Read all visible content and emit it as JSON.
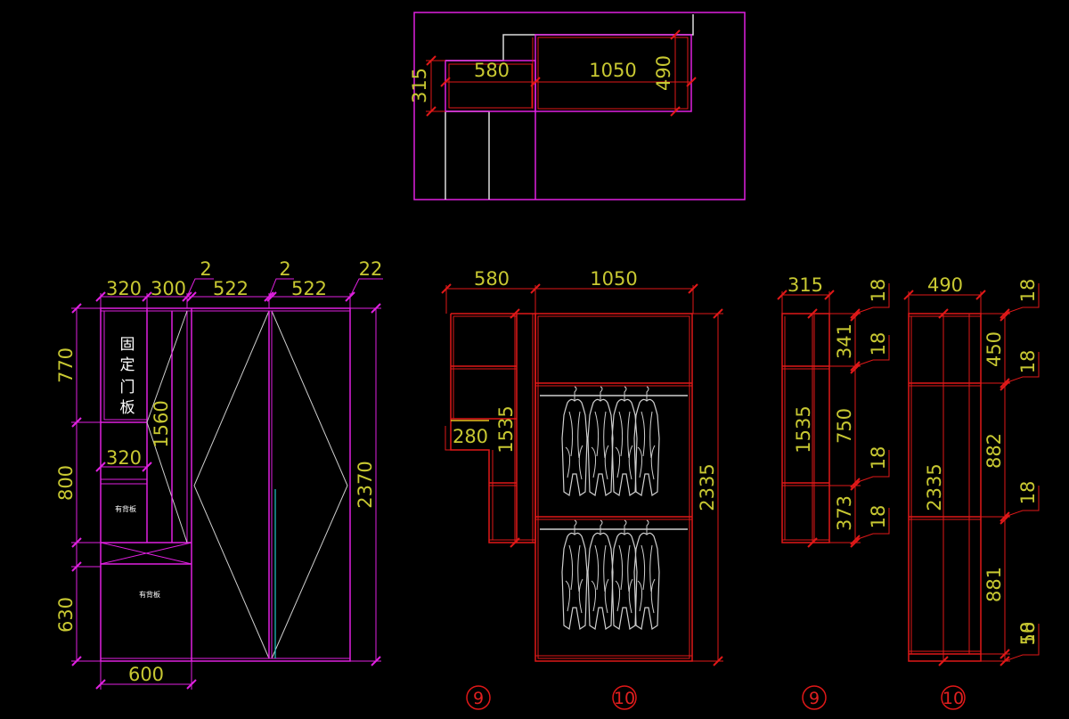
{
  "colors": {
    "background": "#000000",
    "magenta": "#e020e0",
    "red": "#e01818",
    "dimension_text": "#c8c832",
    "white": "#ffffff",
    "cyan": "#20c8c8"
  },
  "plan_view": {
    "dims": {
      "d580": "580",
      "d1050": "1050",
      "d315": "315",
      "d490": "490"
    }
  },
  "front_elevation": {
    "top_dims": {
      "d320": "320",
      "d300": "300",
      "g2a": "2",
      "d522a": "522",
      "g2b": "2",
      "d522b": "522",
      "d22": "22"
    },
    "left_dims": {
      "d770": "770",
      "d800": "800",
      "d630": "630"
    },
    "inner_dims": {
      "d1560": "1560",
      "d320b": "320"
    },
    "right_dim": "2370",
    "bottom_dim": "600",
    "fixed_door_label": [
      "固",
      "定",
      "门",
      "板"
    ],
    "back_panel_label_1": "有背板",
    "back_panel_label_2": "有背板"
  },
  "section_9a": {
    "top_dim": "580",
    "offset_dim": "280",
    "height_dim": "1535",
    "marker": "9"
  },
  "section_10a": {
    "top_dim": "1050",
    "height_dim": "2335",
    "marker": "10"
  },
  "section_9b": {
    "top_dim": "315",
    "height_dim": "1535",
    "right_dims": [
      "18",
      "341",
      "18",
      "750",
      "18",
      "373",
      "18"
    ],
    "marker": "9"
  },
  "section_10b": {
    "top_dim": "490",
    "height_dim": "2335",
    "right_dims": [
      "18",
      "450",
      "18",
      "882",
      "18",
      "881",
      "50",
      "18"
    ],
    "marker": "10"
  }
}
